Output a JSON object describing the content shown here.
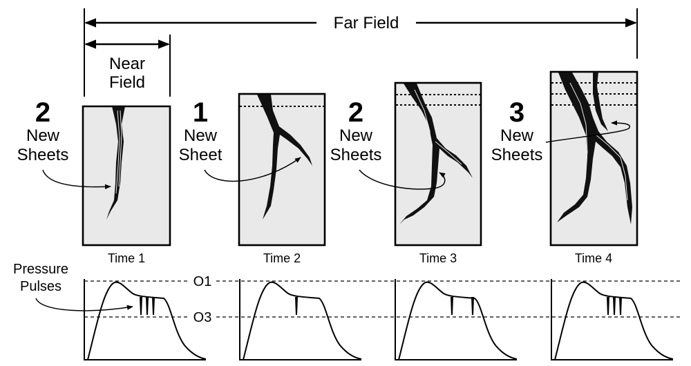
{
  "labels": {
    "far_field": "Far Field",
    "near_field_line1": "Near",
    "near_field_line2": "Field",
    "pressure_pulses_line1": "Pressure",
    "pressure_pulses_line2": "Pulses",
    "o1": "O1",
    "o3": "O3"
  },
  "panels": [
    {
      "count": "2",
      "line1": "New",
      "line2": "Sheets",
      "caption": "Time 1",
      "pulses": 3
    },
    {
      "count": "1",
      "line1": "New",
      "line2": "Sheet",
      "caption": "Time 2",
      "pulses": 1
    },
    {
      "count": "2",
      "line1": "New",
      "line2": "Sheets",
      "caption": "Time 3",
      "pulses": 2
    },
    {
      "count": "3",
      "line1": "New",
      "line2": "Sheets",
      "caption": "Time 4",
      "pulses": 3
    }
  ],
  "colors": {
    "panel_fill": "#e9e9e9",
    "ink": "#000000"
  },
  "icons": [
    "double-headed-arrow",
    "curved-pointer-arrow",
    "crack-sheet"
  ]
}
